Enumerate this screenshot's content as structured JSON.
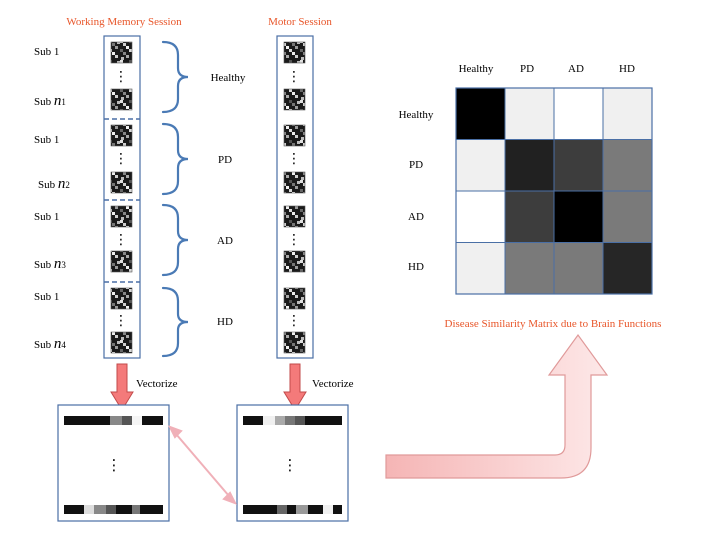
{
  "sessions": {
    "working_memory_title": "Working Memory Session",
    "motor_title": "Motor Session"
  },
  "groups": [
    {
      "label": "Healthy",
      "first": "Sub 1",
      "last_prefix": "Sub",
      "last_n": "n",
      "last_idx": "1"
    },
    {
      "label": "PD",
      "first": "Sub 1",
      "last_prefix": "Sub",
      "last_n": "n",
      "last_idx": "2"
    },
    {
      "label": "AD",
      "first": "Sub 1",
      "last_prefix": "Sub",
      "last_n": "n",
      "last_idx": "3"
    },
    {
      "label": "HD",
      "first": "Sub 1",
      "last_prefix": "Sub",
      "last_n": "n",
      "last_idx": "4"
    }
  ],
  "vectorize_label": "Vectorize",
  "ellipsis": "⋮",
  "matrix": {
    "title": "Disease Similarity Matrix due to Brain Functions",
    "row_labels": [
      "Healthy",
      "PD",
      "AD",
      "HD"
    ],
    "col_labels": [
      "Healthy",
      "PD",
      "AD",
      "HD"
    ],
    "gray_values": [
      [
        0.0,
        0.94,
        1.0,
        0.94
      ],
      [
        0.94,
        0.13,
        0.24,
        0.48
      ],
      [
        1.0,
        0.24,
        0.0,
        0.48
      ],
      [
        0.94,
        0.48,
        0.48,
        0.15
      ]
    ]
  },
  "colors": {
    "box_border": "#4a6fa5",
    "brace": "#4a7ab5",
    "title": "#e8562a",
    "arrow_fill": "#f47a7a",
    "arrow_border": "#c24a4a",
    "curve_arrow_fill": "#f8c8c8",
    "link_arrow": "#f0b0b8"
  }
}
